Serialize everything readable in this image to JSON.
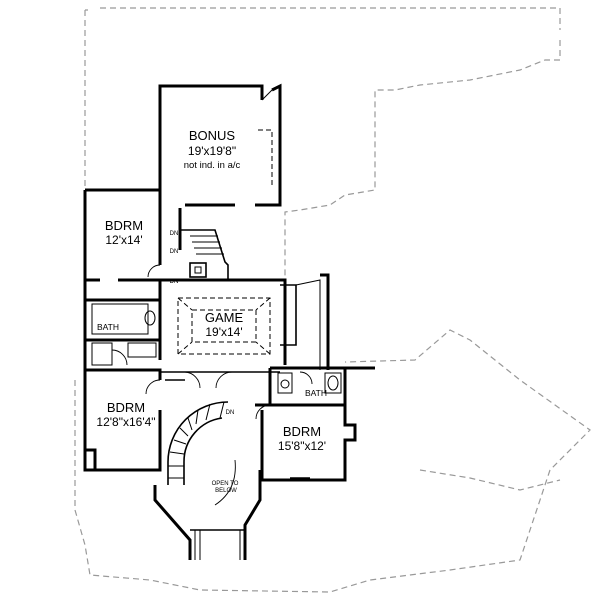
{
  "rooms": {
    "bonus": {
      "name": "BONUS",
      "size": "19'x19'8\"",
      "note": "not ind. in a/c"
    },
    "bdrm_upper_left": {
      "name": "BDRM",
      "size": "12'x14'"
    },
    "game": {
      "name": "GAME",
      "size": "19'x14'"
    },
    "bath_left": {
      "name": "BATH"
    },
    "bdrm_lower_left": {
      "name": "BDRM",
      "size": "12'8\"x16'4\""
    },
    "bdrm_right": {
      "name": "BDRM",
      "size": "15'8\"x12'"
    },
    "bath_right": {
      "name": "BATH"
    }
  },
  "annotations": {
    "dn_1": "DN",
    "dn_2": "DN",
    "dn_3": "DN",
    "dn_stair": "DN",
    "open_to_below_1": "OPEN TO",
    "open_to_below_2": "BELOW"
  },
  "colors": {
    "wall": "#000000",
    "outline": "#999999",
    "background": "#ffffff"
  }
}
